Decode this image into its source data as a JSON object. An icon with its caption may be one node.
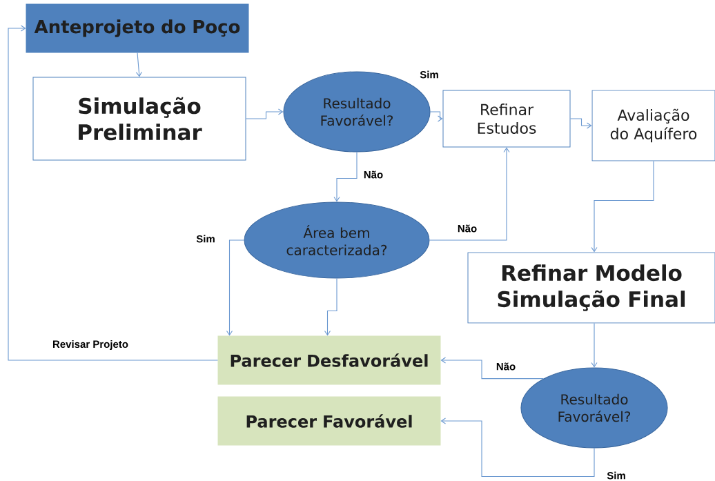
{
  "diagram": {
    "nodes": [
      {
        "text": [
          "Anteprojeto do Poço"
        ]
      },
      {
        "text": [
          "Simulação Preliminar"
        ]
      },
      {
        "text": [
          "Resultado Favorável?"
        ]
      },
      {
        "text": [
          "Refinar Estudos"
        ]
      },
      {
        "text": [
          "Avaliação do Aquífero"
        ]
      },
      {
        "text": [
          "Área bem caracterizada?"
        ]
      },
      {
        "text": [
          "Refinar Modelo Simulação Final"
        ]
      },
      {
        "text": [
          "Parecer Desfavorável"
        ]
      },
      {
        "text": [
          "Parecer Favorável"
        ]
      },
      {
        "text": [
          "Resultado Favorável?"
        ]
      }
    ],
    "edges": [
      {
        "from": 0,
        "to": 1,
        "arrow": "to"
      },
      {
        "from": 1,
        "to": 2,
        "arrow": "to"
      },
      {
        "from": 2,
        "to": 3,
        "arrow": "to",
        "label": "Sim"
      },
      {
        "from": 2,
        "to": 5,
        "arrow": "to",
        "label": "Não"
      },
      {
        "from": 5,
        "to": 3,
        "arrow": "to",
        "label": "Não"
      },
      {
        "from": 5,
        "to": 7,
        "arrow": "to",
        "label": "Sim"
      },
      {
        "from": 5,
        "to": 7,
        "arrow": "to"
      },
      {
        "from": 3,
        "to": 4,
        "arrow": "to"
      },
      {
        "from": 4,
        "to": 6,
        "arrow": "to"
      },
      {
        "from": 6,
        "to": 9,
        "arrow": "to"
      },
      {
        "from": 9,
        "to": 7,
        "arrow": "to",
        "label": "Não"
      },
      {
        "from": 9,
        "to": 8,
        "arrow": "to",
        "label": "Sim"
      },
      {
        "from": 7,
        "to": 0,
        "arrow": "to",
        "label": "Revisar Projeto"
      }
    ]
  }
}
